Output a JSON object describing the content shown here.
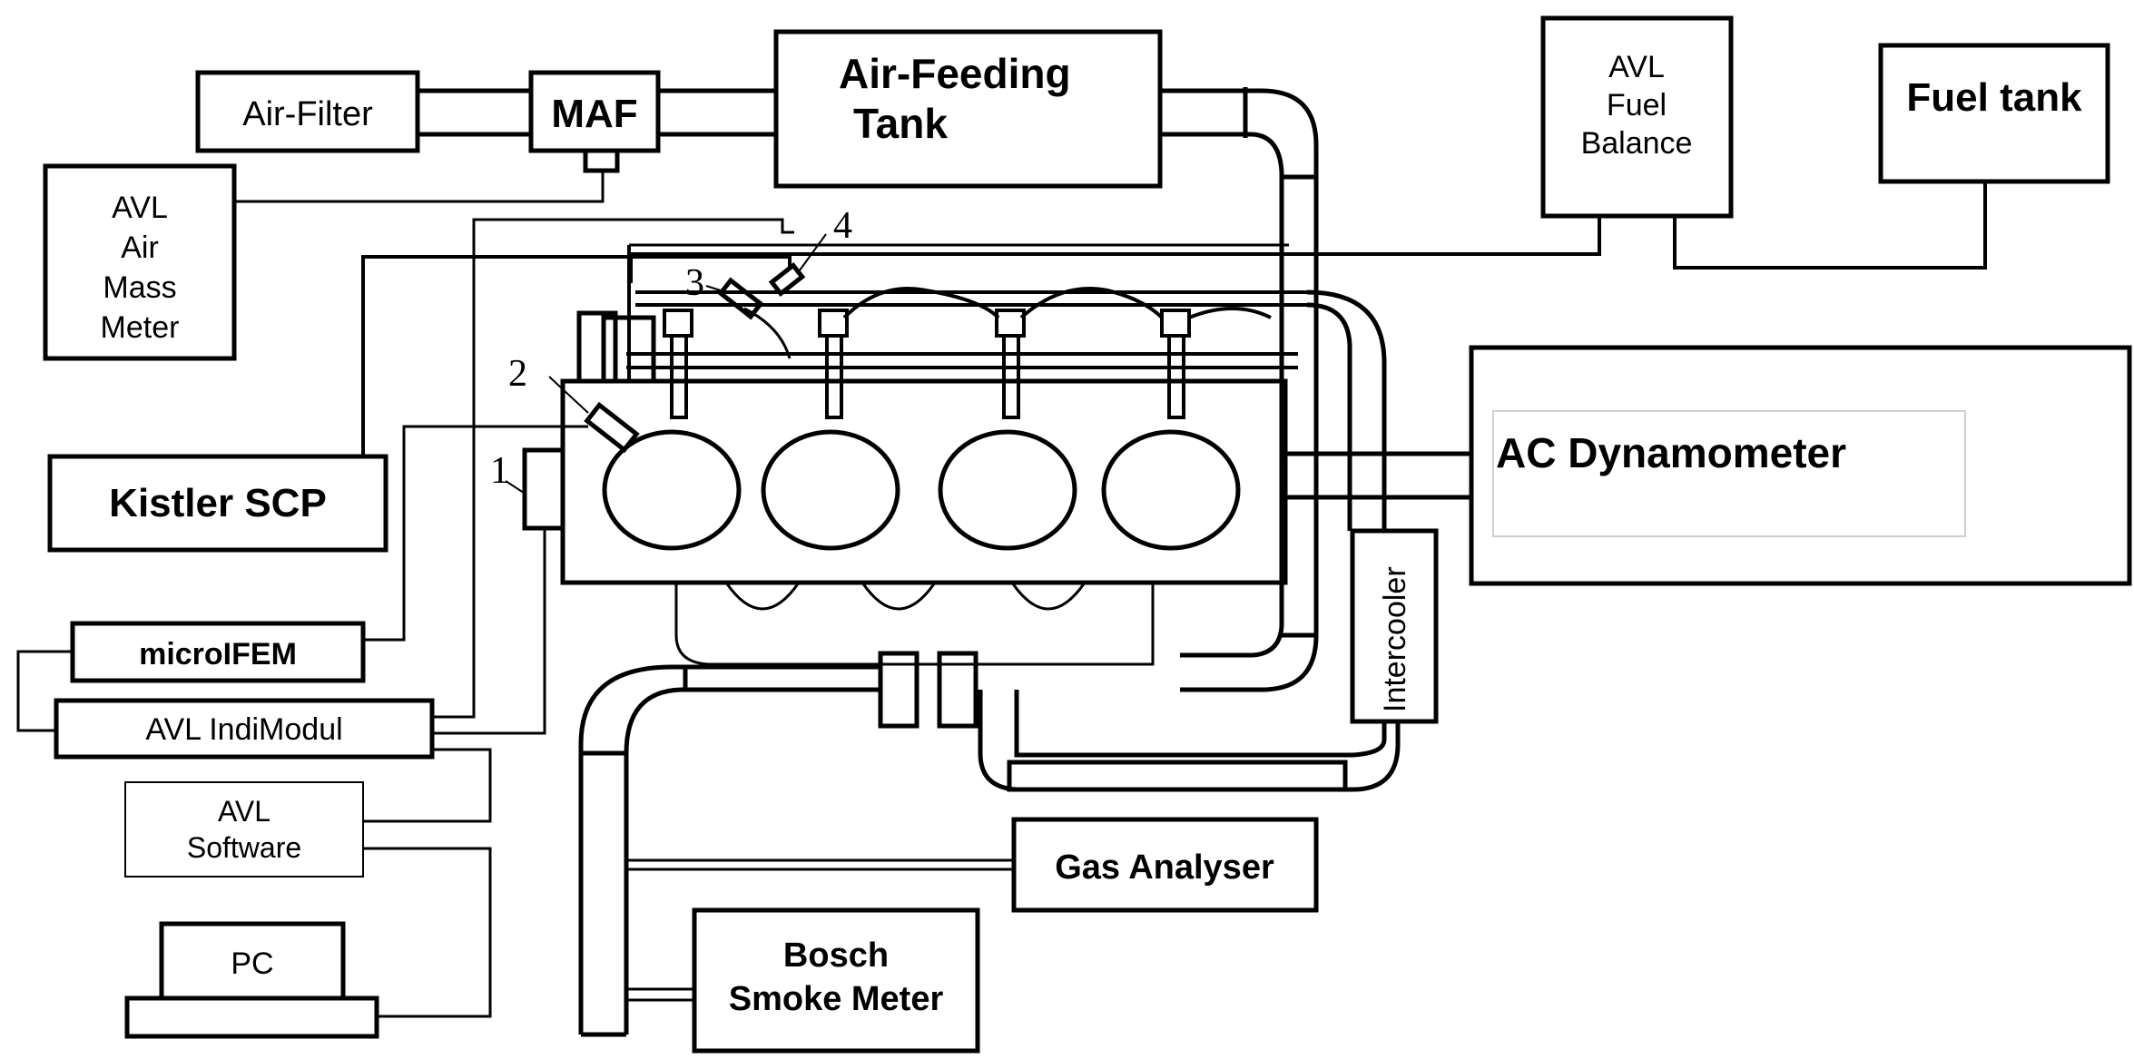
{
  "colors": {
    "ink": "#000000",
    "paper": "#ffffff",
    "faint": "#cfcfcf"
  },
  "labels": {
    "air_filter": "Air-Filter",
    "maf": "MAF",
    "air_tank": [
      "Air-Feeding",
      "Tank"
    ],
    "avl_fuel_balance": [
      "AVL",
      "Fuel",
      "Balance"
    ],
    "fuel_tank": "Fuel tank",
    "avl_air_mass_meter": [
      "AVL",
      "Air",
      "Mass",
      "Meter"
    ],
    "kistler": "Kistler SCP",
    "microifem": "microIFEM",
    "indimodul": "AVL IndiModul",
    "avl_software": [
      "AVL",
      "Software"
    ],
    "pc": "PC",
    "dynamometer": "AC  Dynamometer",
    "intercooler": "Intercooler",
    "gas_analyser": "Gas Analyser",
    "smoke_meter": [
      "Bosch",
      "Smoke Meter"
    ]
  },
  "callouts": [
    "1",
    "2",
    "3",
    "4"
  ]
}
